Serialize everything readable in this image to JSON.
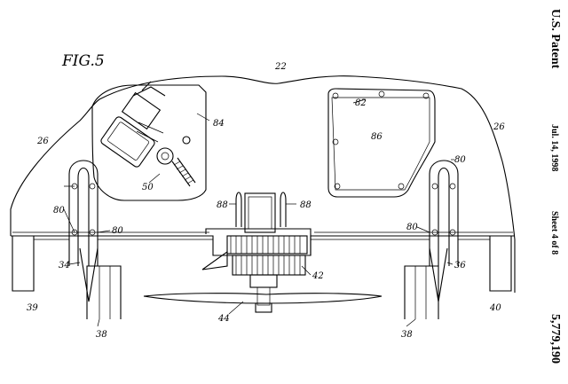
{
  "figure": {
    "title": "FIG.5"
  },
  "header": {
    "office": "U.S. Patent",
    "date": "Jul. 14, 1998",
    "sheet": "Sheet 4 of 8",
    "number": "5,779,190"
  },
  "labels": {
    "l22": "22",
    "l26a": "26",
    "l26b": "26",
    "l84": "84",
    "l82": "82",
    "l86": "86",
    "l50": "50",
    "l80a": "80",
    "l80b": "80",
    "l80c": "80",
    "l80d": "80",
    "l88a": "88",
    "l88b": "88",
    "l34": "34",
    "l36": "36",
    "l42": "42",
    "l44": "44",
    "l38a": "38",
    "l38b": "38",
    "l39": "39",
    "l40": "40"
  }
}
